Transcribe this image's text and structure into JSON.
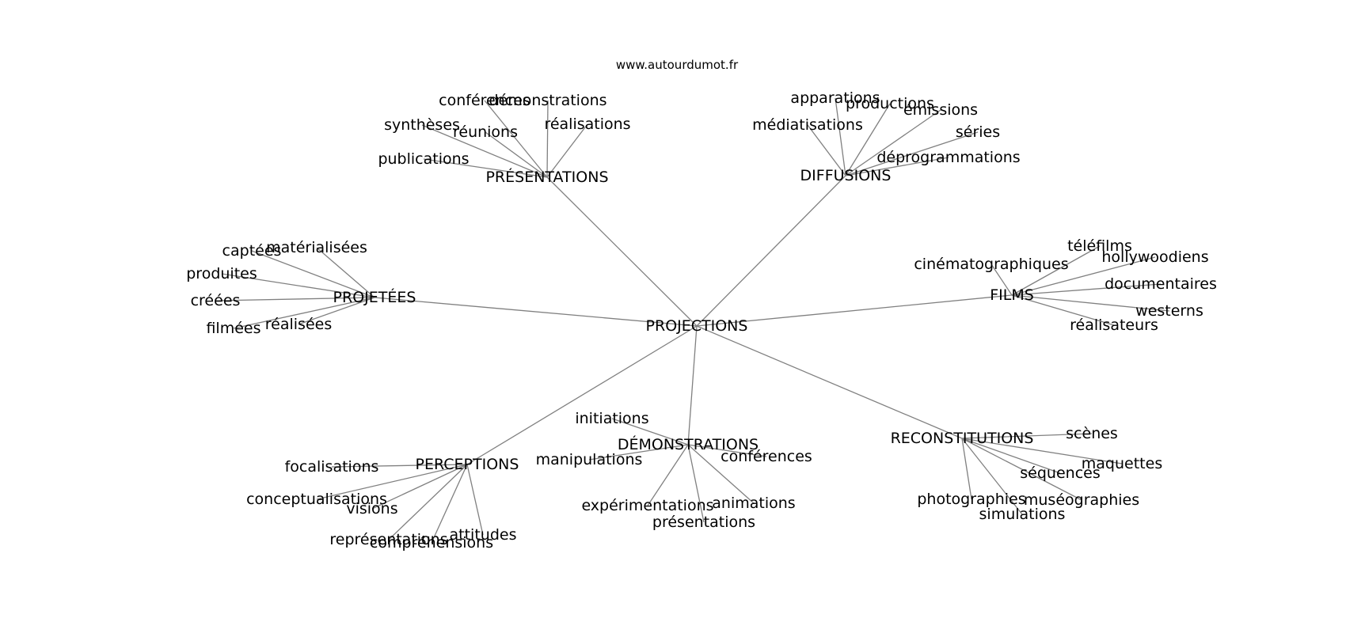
{
  "source": "www.autourdumot.fr",
  "root": "PROJECTIONS",
  "hubs": [
    {
      "id": "presentations",
      "label": "PRÉSENTATIONS",
      "leaves": [
        "conférences",
        "démonstrations",
        "synthèses",
        "réunions",
        "réalisations",
        "publications"
      ]
    },
    {
      "id": "diffusions",
      "label": "DIFFUSIONS",
      "leaves": [
        "apparations",
        "productions",
        "émissions",
        "médiatisations",
        "séries",
        "déprogrammations"
      ]
    },
    {
      "id": "projetees",
      "label": "PROJETÉES",
      "leaves": [
        "captées",
        "matérialisées",
        "produites",
        "créées",
        "réalisées",
        "filmées"
      ]
    },
    {
      "id": "films",
      "label": "FILMS",
      "leaves": [
        "téléfilms",
        "cinématographiques",
        "hollywoodiens",
        "documentaires",
        "westerns",
        "réalisateurs"
      ]
    },
    {
      "id": "demonstrations",
      "label": "DÉMONSTRATIONS",
      "leaves": [
        "initiations",
        "manipulations",
        "conférences",
        "expérimentations",
        "animations",
        "présentations"
      ]
    },
    {
      "id": "reconstitutions",
      "label": "RECONSTITUTIONS",
      "leaves": [
        "scènes",
        "maquettes",
        "séquences",
        "photographies",
        "muséographies",
        "simulations"
      ]
    },
    {
      "id": "perceptions",
      "label": "PERCEPTIONS",
      "leaves": [
        "focalisations",
        "conceptualisations",
        "visions",
        "représentations",
        "attitudes",
        "compréhensions"
      ]
    }
  ]
}
